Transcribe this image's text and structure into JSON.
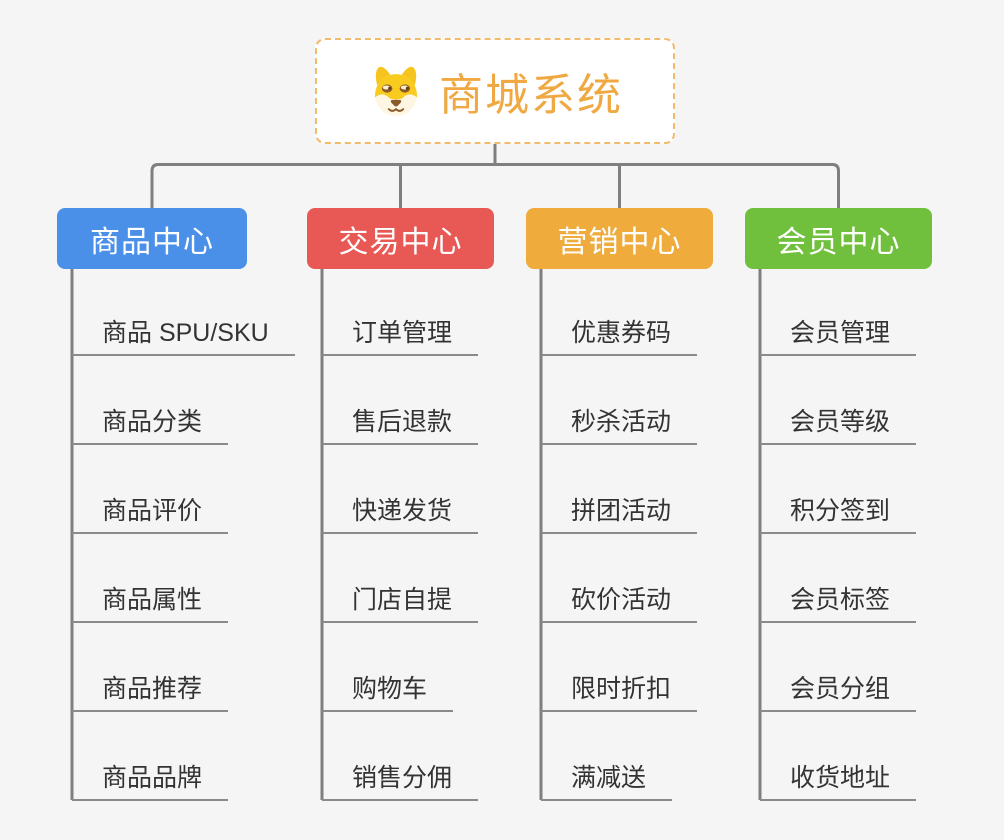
{
  "root": {
    "title": "商城系统",
    "icon": "dog-icon"
  },
  "branches": [
    {
      "label": "商品中心",
      "color": "#4a90e9",
      "items": [
        "商品 SPU/SKU",
        "商品分类",
        "商品评价",
        "商品属性",
        "商品推荐",
        "商品品牌"
      ]
    },
    {
      "label": "交易中心",
      "color": "#e85955",
      "items": [
        "订单管理",
        "售后退款",
        "快递发货",
        "门店自提",
        "购物车",
        "销售分佣"
      ]
    },
    {
      "label": "营销中心",
      "color": "#efac3c",
      "items": [
        "优惠券码",
        "秒杀活动",
        "拼团活动",
        "砍价活动",
        "限时折扣",
        "满减送"
      ]
    },
    {
      "label": "会员中心",
      "color": "#70c03e",
      "items": [
        "会员管理",
        "会员等级",
        "积分签到",
        "会员标签",
        "会员分组",
        "收货地址"
      ]
    }
  ],
  "colors": {
    "background": "#f5f5f5",
    "root_border": "#f3ba6b",
    "root_title": "#f0a842",
    "connector": "#7f7f7f",
    "leaf_underline": "#8a8a8a",
    "leaf_text": "#333333"
  }
}
